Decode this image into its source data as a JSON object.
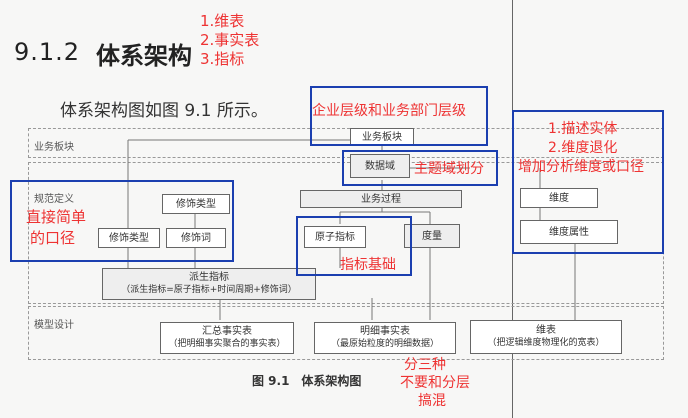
{
  "heading": {
    "number": "9.1.2",
    "title": "体系架构"
  },
  "red_list": [
    "1.维表",
    "2.事实表",
    "3.指标"
  ],
  "intro": "体系架构图如图 9.1 所示。",
  "sections": {
    "business": "业务板块",
    "spec": "规范定义",
    "model": "模型设计"
  },
  "boxes": {
    "business_block": "业务板块",
    "data_domain": "数据域",
    "business_process": "业务过程",
    "modifier_type_a": "修饰类型",
    "modifier_type_b": "修饰类型",
    "modifier_word": "修饰词",
    "atomic_metric": "原子指标",
    "measure": "度量",
    "dimension": "维度",
    "dim_attr": "维度属性",
    "derived_title": "派生指标",
    "derived_sub": "（派生指标=原子指标+时间周期+修饰词）",
    "summary_title": "汇总事实表",
    "summary_sub": "（把明细事实聚合的事实表）",
    "detail_title": "明细事实表",
    "detail_sub": "（最原始粒度的明细数据）",
    "dim_table_title": "维表",
    "dim_table_sub": "（把逻辑维度物理化的宽表）"
  },
  "annotations": {
    "enterprise": "企业层级和业务部门层级",
    "subject": "主题域划分",
    "simple_1": "直接简单",
    "simple_2": "的口径",
    "metric_base": "指标基础",
    "describe_1": "1.描述实体",
    "describe_2": "2.维度退化",
    "describe_3": "增加分析维度或口径",
    "three_1": "分三种",
    "three_2": "不要和分层",
    "three_3": "搞混"
  },
  "caption": "图 9.1　体系架构图",
  "colors": {
    "annotation_red": "#e33333",
    "annotation_blue": "#1b3fb0"
  }
}
